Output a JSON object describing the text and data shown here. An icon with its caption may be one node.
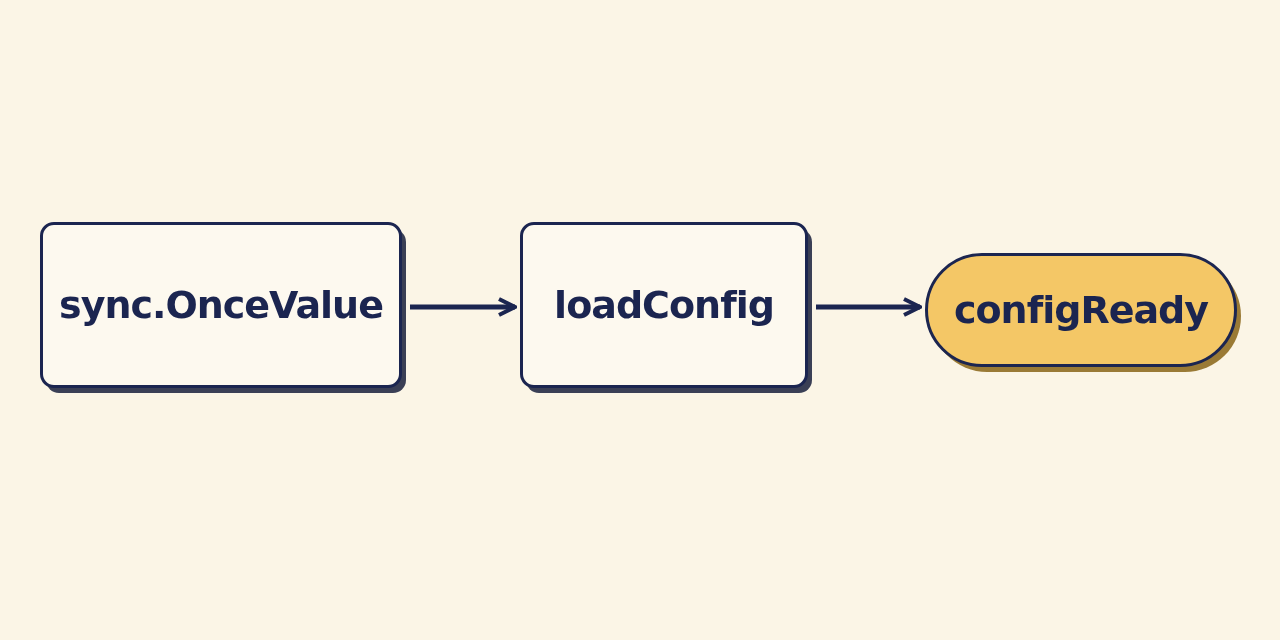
{
  "diagram": {
    "nodes": [
      {
        "text": [
          "sync.OnceValue"
        ]
      },
      {
        "text": [
          "loadConfig"
        ]
      },
      {
        "text": [
          "configReady"
        ]
      }
    ],
    "edges": [
      {
        "from": 0,
        "to": 1,
        "arrow": "to"
      },
      {
        "from": 1,
        "to": 2,
        "arrow": "to"
      }
    ]
  }
}
